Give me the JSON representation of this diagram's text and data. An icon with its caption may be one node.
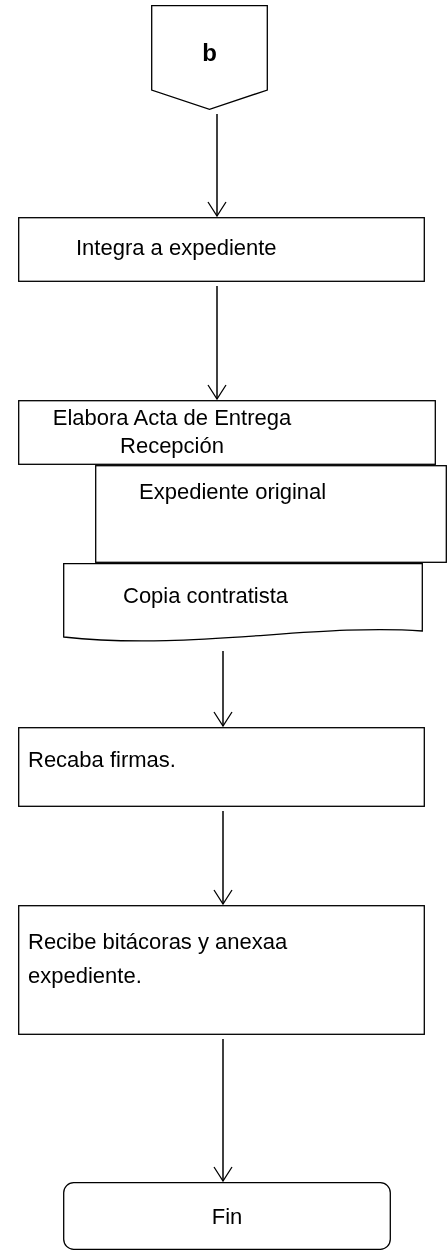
{
  "diagram": {
    "nodes": [
      {
        "text": [
          "b"
        ]
      },
      {
        "text": [
          "Integra a expediente"
        ]
      },
      {
        "text": [
          "Elabora Acta de Entrega Recepción"
        ]
      },
      {
        "text": [
          "Expediente original"
        ]
      },
      {
        "text": [
          "Copia contratista"
        ]
      },
      {
        "text": [
          "Recaba firmas."
        ]
      },
      {
        "text": [
          "Recibe bitácoras y anexaa expediente."
        ]
      },
      {
        "text": [
          "Fin"
        ]
      }
    ],
    "edges": [
      {
        "from": 0,
        "to": 1,
        "arrow": "to"
      },
      {
        "from": 1,
        "to": 2,
        "arrow": "to"
      },
      {
        "from": 4,
        "to": 5,
        "arrow": "to"
      },
      {
        "from": 5,
        "to": 6,
        "arrow": "to"
      },
      {
        "from": 6,
        "to": 7,
        "arrow": "to"
      }
    ]
  }
}
